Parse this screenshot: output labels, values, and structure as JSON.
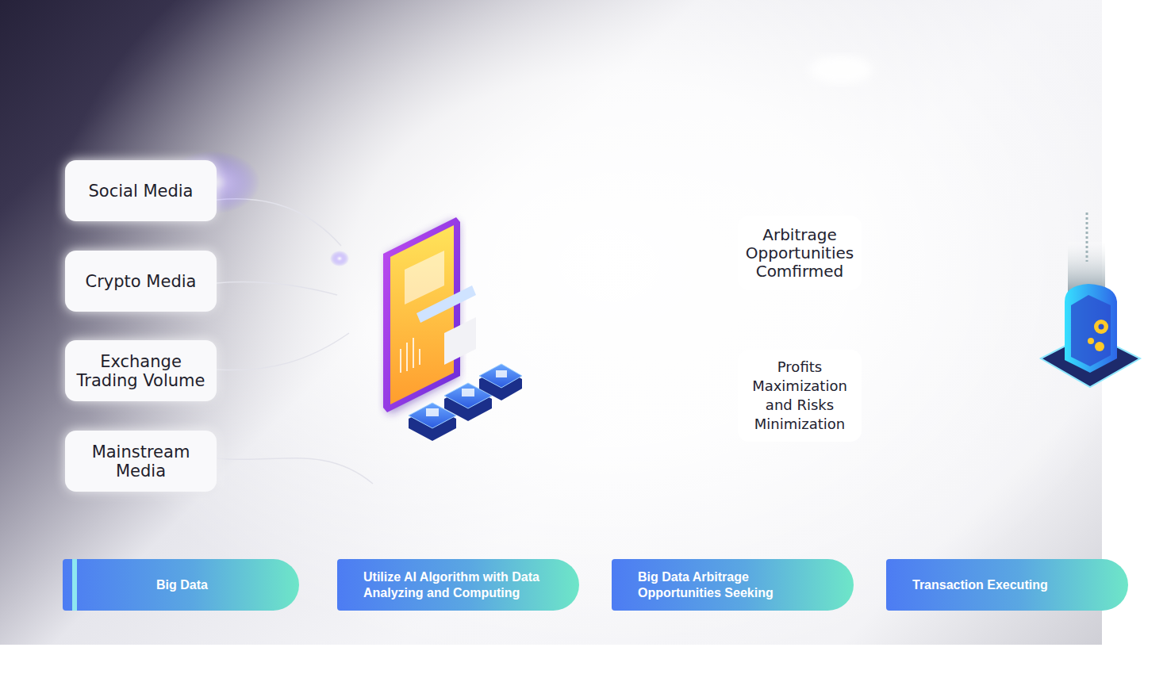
{
  "diagram": {
    "nodes": [
      {
        "text": [
          "Social Media"
        ]
      },
      {
        "text": [
          "Crypto Media"
        ]
      },
      {
        "text": [
          "Exchange Trading Volume"
        ]
      },
      {
        "text": [
          "Mainstream Media"
        ]
      },
      {
        "text": [
          "Arbitrage Opportunities Comfirmed"
        ]
      },
      {
        "text": [
          "Profits Maximization and Risks Minimization"
        ]
      },
      {
        "text": [
          "Big Data"
        ]
      },
      {
        "text": [
          "Utilize AI Algorithm with Data Analyzing and Computing"
        ]
      },
      {
        "text": [
          "Big Data Arbitrage Opportunities Seeking"
        ]
      },
      {
        "text": [
          "Transaction Executing"
        ]
      }
    ]
  }
}
